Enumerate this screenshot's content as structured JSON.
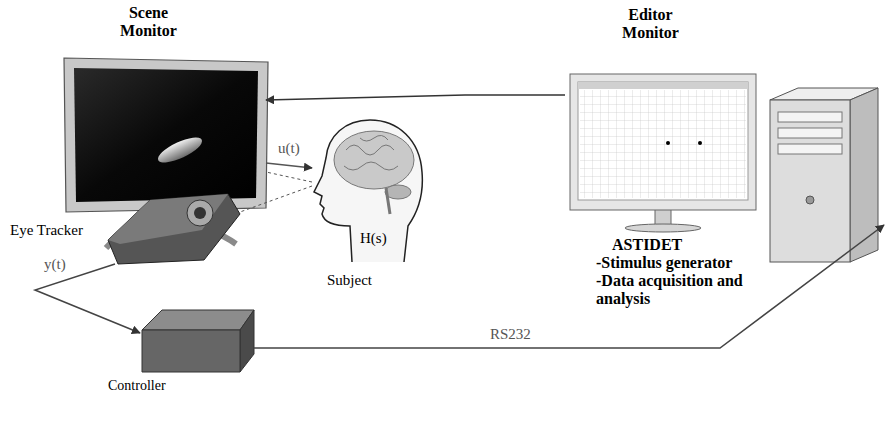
{
  "diagram": {
    "nodes": [
      {
        "text": [
          "Scene Monitor"
        ]
      },
      {
        "text": [
          "Editor Monitor",
          "ASTIDET",
          "-Stimulus generator",
          "-Data acquisition and analysis"
        ]
      },
      {
        "text": [
          "H(s)",
          "Subject"
        ]
      },
      {
        "text": [
          "Eye Tracker"
        ]
      },
      {
        "text": [
          "Controller"
        ]
      }
    ],
    "edges": [
      {
        "from": 1,
        "to": 0,
        "arrow": "to"
      },
      {
        "from": 0,
        "to": 2,
        "arrow": "to",
        "label": "u(t)"
      },
      {
        "from": 2,
        "to": 0,
        "arrow": "none"
      },
      {
        "from": 2,
        "to": 3,
        "arrow": "none"
      },
      {
        "from": 3,
        "to": 4,
        "arrow": "to",
        "label": "y(t)"
      },
      {
        "from": 4,
        "to": 1,
        "arrow": "to",
        "label": "RS232"
      }
    ]
  }
}
